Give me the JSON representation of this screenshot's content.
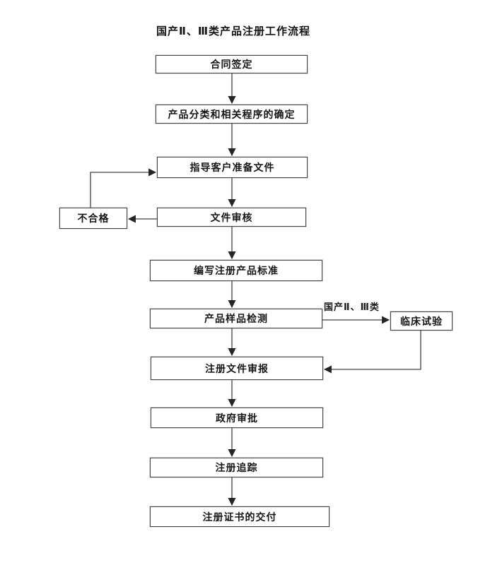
{
  "title": "国产Ⅱ、Ⅲ类产品注册工作流程",
  "flow": {
    "nodes": [
      {
        "id": "contract-signing",
        "label": "合同签定"
      },
      {
        "id": "classification",
        "label": "产品分类和相关程序的确定"
      },
      {
        "id": "guide-customer-docs",
        "label": "指导客户准备文件"
      },
      {
        "id": "document-review",
        "label": "文件审核"
      },
      {
        "id": "write-product-standard",
        "label": "编写注册产品标准"
      },
      {
        "id": "product-sample-testing",
        "label": "产品样品检测"
      },
      {
        "id": "registration-submission",
        "label": "注册文件审报"
      },
      {
        "id": "government-approval",
        "label": "政府审批"
      },
      {
        "id": "registration-tracking",
        "label": "注册追踪"
      },
      {
        "id": "certificate-delivery",
        "label": "注册证书的交付"
      }
    ],
    "side_nodes": [
      {
        "id": "unqualified",
        "label": "不合格"
      },
      {
        "id": "clinical-trial",
        "label": "临床试验"
      }
    ],
    "edge_label": "国产Ⅱ、Ⅲ类",
    "line_color": "#404040"
  }
}
